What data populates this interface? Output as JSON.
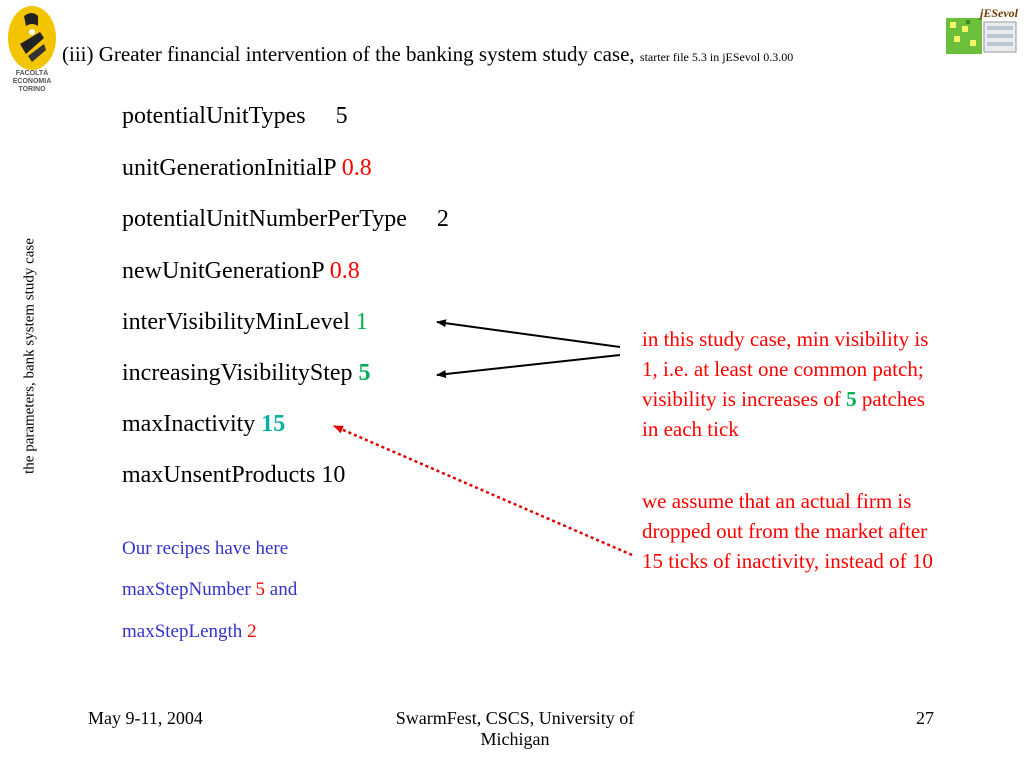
{
  "logo": {
    "caption": "FACOLTÀ\nECONOMIA\nTORINO",
    "icon": "faculty-logo"
  },
  "corner_logo": {
    "title": "jESevol",
    "icon": "jesevol-logo"
  },
  "title": {
    "main": "(iii) Greater financial intervention of the banking system study case,",
    "small": "starter file 5.3 in jESevol 0.3.00"
  },
  "side_label": "the parameters, bank system study case",
  "params": [
    {
      "name": "potentialUnitTypes",
      "gap": "     ",
      "value": "5"
    },
    {
      "name": "unitGenerationInitialP",
      "gap": " ",
      "value": "0.8"
    },
    {
      "name": "potentialUnitNumberPerType",
      "gap": "     ",
      "value": "2"
    },
    {
      "name": "newUnitGenerationP",
      "gap": " ",
      "value": "0.8"
    },
    {
      "name": "interVisibilityMinLevel",
      "gap": " ",
      "value": "1"
    },
    {
      "name": "increasingVisibilityStep",
      "gap": " ",
      "value": "5"
    },
    {
      "name": "maxInactivity",
      "gap": " ",
      "value": "15"
    },
    {
      "name": "maxUnsentProducts",
      "gap": " ",
      "value": "10"
    }
  ],
  "recipes": {
    "line1": "Our recipes have here",
    "line2_a": "maxStepNumber",
    "line2_v": "5",
    "line2_b": "and",
    "line3_a": "maxStepLength",
    "line3_v": "2"
  },
  "note1": {
    "text": "in this study case, min visibility is 1, i.e. at least one  common patch; visibility is increases of",
    "value": "5",
    "tail": "patches in each tick"
  },
  "note2": "we assume that an actual firm is dropped out from the market after 15 ticks of inactivity, instead of 10",
  "footer": {
    "date": "May 9-11, 2004",
    "venue": "SwarmFest, CSCS, University of Michigan",
    "page": "27"
  },
  "colors": {
    "highlight_red": "#ff0000",
    "highlight_green": "#00b050",
    "highlight_teal": "#00b0a0",
    "recipe_blue": "#3333cc"
  }
}
